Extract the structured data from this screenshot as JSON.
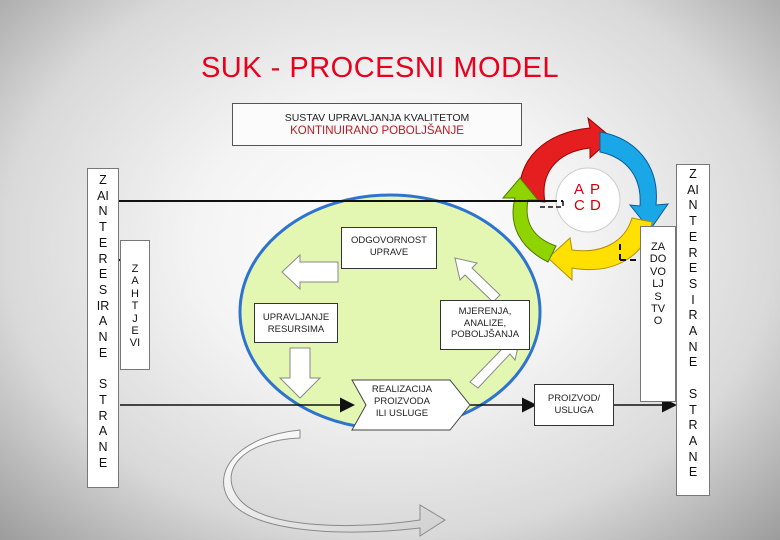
{
  "title": "SUK - PROCESNI MODEL",
  "top_box": {
    "line1": "SUSTAV UPRAVLJANJA KVALITETOM",
    "line2": "KONTINUIRANO POBOLJŠANJE"
  },
  "left_column": [
    "Z",
    "AI",
    "N",
    "T",
    "E",
    "R",
    "E",
    "S",
    "IR",
    "A",
    "N",
    "E",
    "",
    "S",
    "T",
    "R",
    "A",
    "N",
    "E"
  ],
  "right_column": [
    "Z",
    "AI",
    "N",
    "T",
    "E",
    "R",
    "E",
    "S",
    "I",
    "R",
    "A",
    "N",
    "E",
    "",
    "S",
    "T",
    "R",
    "A",
    "N",
    "E"
  ],
  "zahtjevi_column": [
    "Z",
    "A",
    "H",
    "T",
    "J",
    "E",
    "VI"
  ],
  "zadovoljstvo_column": [
    "ZA",
    "DO",
    "VO",
    "LJ",
    "S",
    "TV",
    "O"
  ],
  "pdca": {
    "a": "A",
    "p": "P",
    "c": "C",
    "d": "D"
  },
  "process_boxes": {
    "odgovornost": [
      "ODGOVORNOST",
      "UPRAVE"
    ],
    "resursi": [
      "UPRAVLJANJE",
      "RESURSIMA"
    ],
    "mjerenja": [
      "MJERENJA,",
      "ANALIZE,",
      "POBOLJŠANJA"
    ],
    "realizacija": [
      "REALIZACIJA",
      "PROIZVODA",
      "ILI USLUGE"
    ],
    "proizvod": [
      "PROIZVOD/",
      "USLUGA"
    ]
  },
  "colors": {
    "title": "#e8001c",
    "ellipse_fill": "#e3f7b2",
    "ellipse_stroke": "#2e73d0",
    "arrow_red": "#e51f1f",
    "arrow_blue": "#1aa7e8",
    "arrow_yellow": "#ffe000",
    "arrow_green": "#8fd400"
  }
}
